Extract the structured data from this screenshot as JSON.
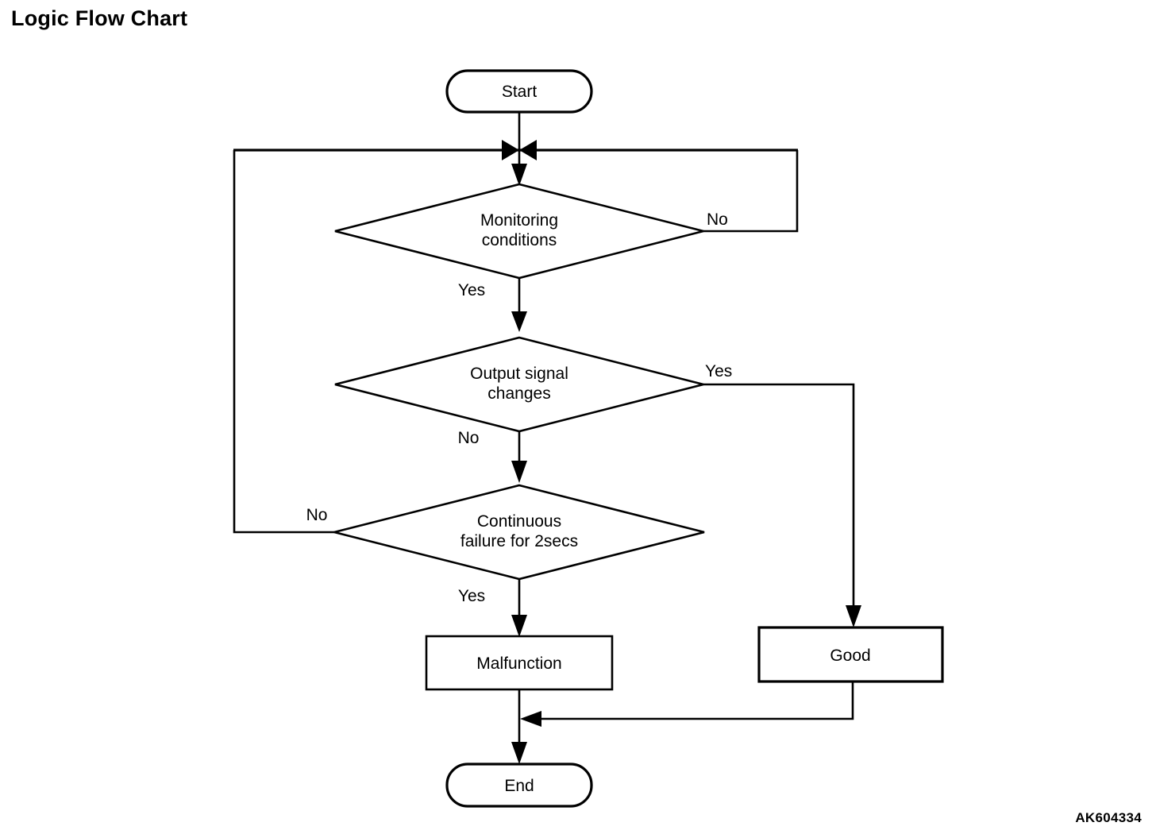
{
  "page": {
    "title": "Logic Flow Chart",
    "watermark": "AK604334",
    "background_color": "#ffffff",
    "line_color": "#000000"
  },
  "chart_data": {
    "type": "diagram",
    "diagram_kind": "flowchart",
    "title": "Logic Flow Chart",
    "nodes": [
      {
        "id": "start",
        "shape": "stadium",
        "label": "Start"
      },
      {
        "id": "monitoring",
        "shape": "diamond",
        "label_line1": "Monitoring",
        "label_line2": "conditions"
      },
      {
        "id": "output_signal",
        "shape": "diamond",
        "label_line1": "Output signal",
        "label_line2": "changes"
      },
      {
        "id": "continuous_failure",
        "shape": "diamond",
        "label_line1": "Continuous",
        "label_line2": "failure for 2secs"
      },
      {
        "id": "malfunction",
        "shape": "rectangle",
        "label": "Malfunction"
      },
      {
        "id": "good",
        "shape": "rectangle",
        "label": "Good"
      },
      {
        "id": "end",
        "shape": "stadium",
        "label": "End"
      }
    ],
    "edges": [
      {
        "from": "start",
        "to": "monitoring",
        "label": ""
      },
      {
        "from": "monitoring",
        "to": "output_signal",
        "label": "Yes"
      },
      {
        "from": "monitoring",
        "to": "monitoring",
        "label": "No",
        "note": "loops back above monitoring"
      },
      {
        "from": "output_signal",
        "to": "continuous_failure",
        "label": "No"
      },
      {
        "from": "output_signal",
        "to": "good",
        "label": "Yes"
      },
      {
        "from": "continuous_failure",
        "to": "malfunction",
        "label": "Yes"
      },
      {
        "from": "continuous_failure",
        "to": "monitoring",
        "label": "No",
        "note": "loops back above monitoring"
      },
      {
        "from": "malfunction",
        "to": "end",
        "label": ""
      },
      {
        "from": "good",
        "to": "end",
        "label": ""
      }
    ]
  },
  "labels": {
    "start": "Start",
    "end": "End",
    "malfunction": "Malfunction",
    "good": "Good",
    "d1_line1": "Monitoring",
    "d1_line2": "conditions",
    "d2_line1": "Output signal",
    "d2_line2": "changes",
    "d3_line1": "Continuous",
    "d3_line2": "failure for 2secs",
    "d1_no": "No",
    "d1_yes": "Yes",
    "d2_yes": "Yes",
    "d2_no": "No",
    "d3_no": "No",
    "d3_yes": "Yes"
  }
}
